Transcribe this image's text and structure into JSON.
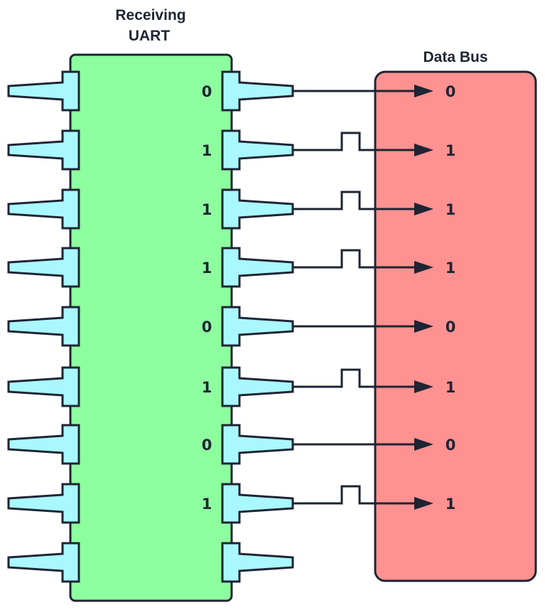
{
  "uart": {
    "title_line1": "Receiving",
    "title_line2": "UART",
    "fill_color": "#8dff9f"
  },
  "bus": {
    "title": "Data Bus",
    "fill_color": "#ff9191"
  },
  "pin_color": "#aaf8ff",
  "line_color": "#1e2433",
  "bits": [
    "0",
    "1",
    "1",
    "1",
    "0",
    "1",
    "0",
    "1"
  ],
  "pin_count": 9
}
